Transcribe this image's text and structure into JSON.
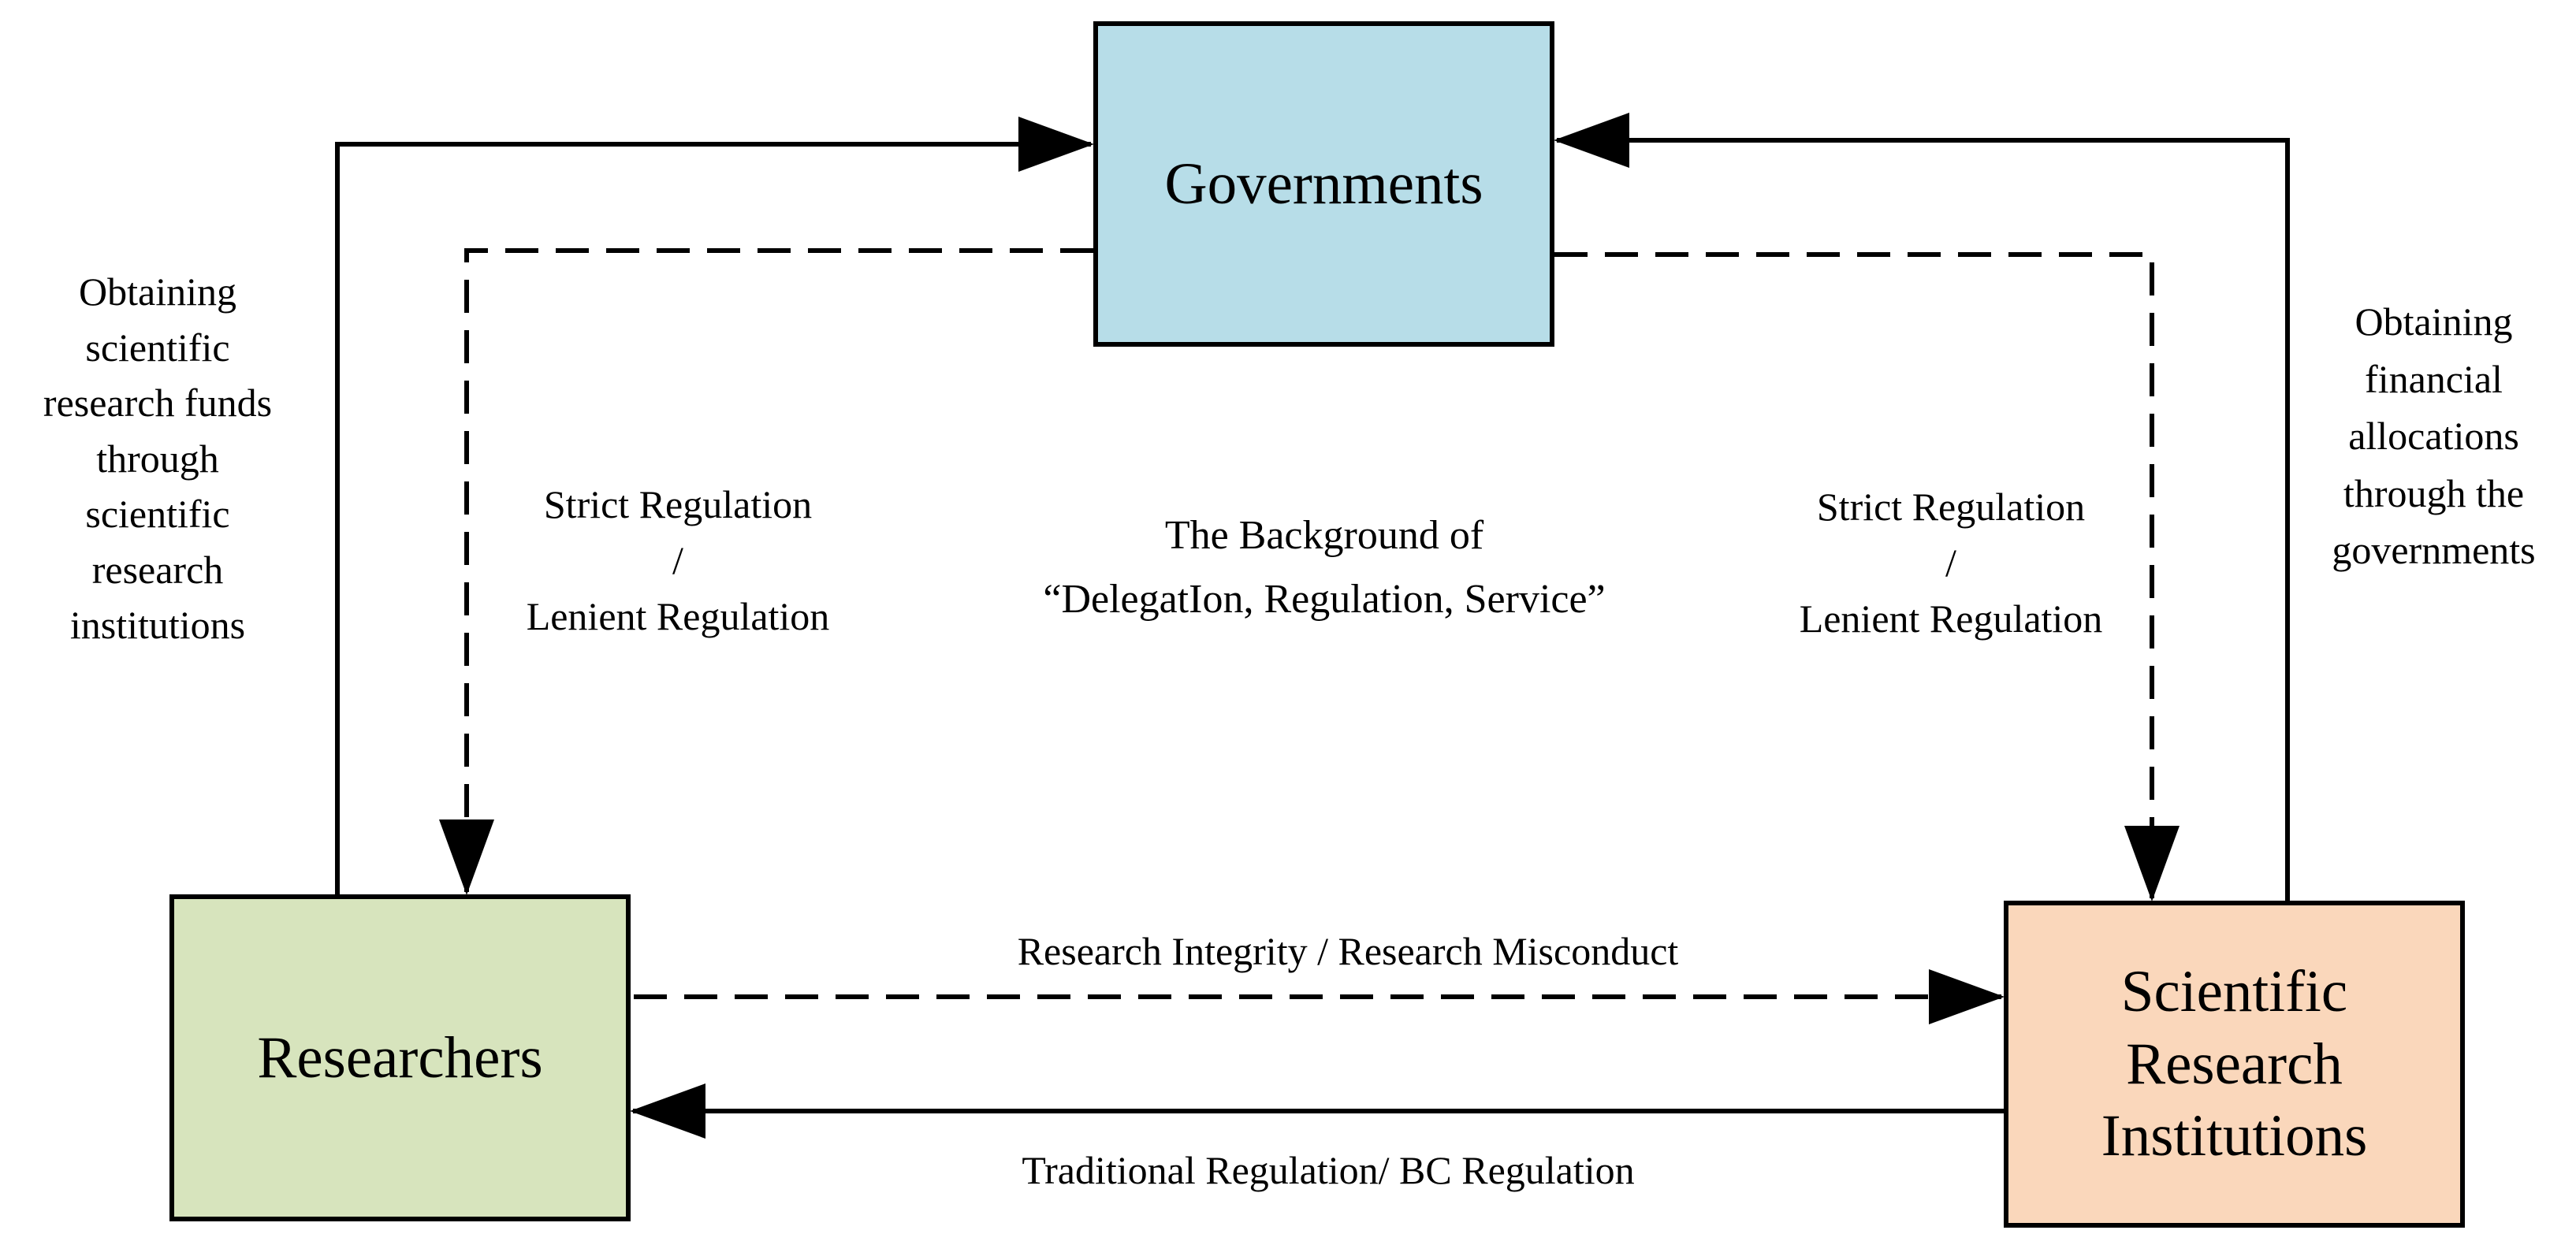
{
  "nodes": {
    "governments": {
      "label": "Governments",
      "fill": "#b7dde8"
    },
    "researchers": {
      "label": "Researchers",
      "fill": "#d7e4bd"
    },
    "institutions": {
      "lines": [
        "Scientific",
        "Research",
        "Institutions"
      ],
      "fill": "#fad7bb"
    }
  },
  "labels": {
    "left_flow": [
      "Obtaining",
      "scientific",
      "research funds",
      "through",
      "scientific",
      "research",
      "institutions"
    ],
    "right_flow": [
      "Obtaining",
      "financial",
      "allocations",
      "through the",
      "governments"
    ],
    "regulation_left": [
      "Strict Regulation",
      "/",
      "Lenient Regulation"
    ],
    "regulation_right": [
      "Strict Regulation",
      "/",
      "Lenient Regulation"
    ],
    "background": [
      "The Background of",
      "“DelegatIon, Regulation, Service”"
    ],
    "integrity": "Research Integrity / Research Misconduct",
    "traditional": "Traditional Regulation/ BC Regulation"
  },
  "colors": {
    "line": "#000000"
  }
}
